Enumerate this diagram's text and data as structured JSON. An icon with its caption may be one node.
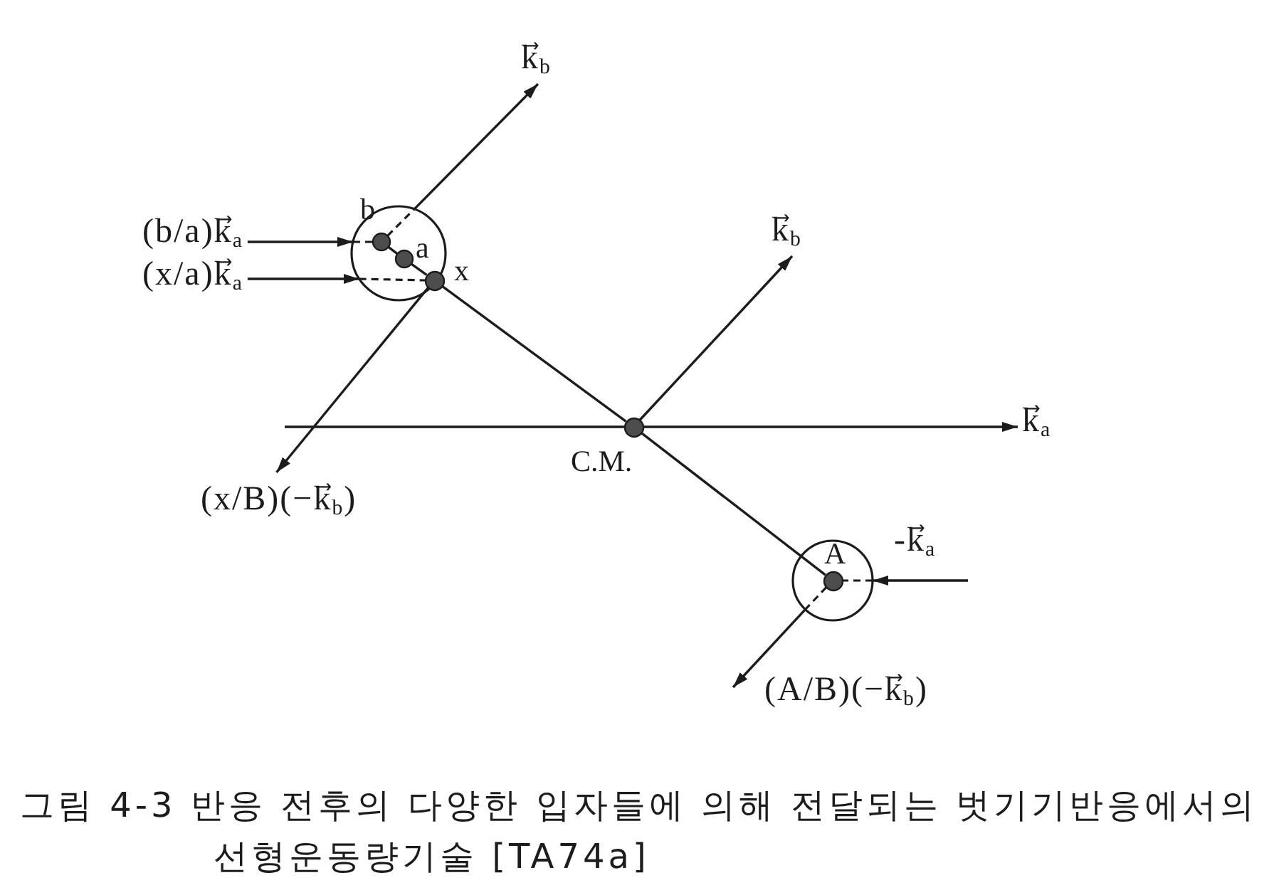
{
  "diagram": {
    "caption": "그림 4-3 반응 전후의 다양한 입자들에 의해 전달되는 벗기기반응에서의 선형운동량기술 [TA74a]",
    "nodes": [
      {
        "text": [
          "k⃗$_{b}$"
        ]
      },
      {
        "text": [
          "(b/a)k⃗$_{a}$"
        ]
      },
      {
        "text": [
          "(x/a)k⃗$_{a}$"
        ]
      },
      {
        "text": [],
        "shape": "circle"
      },
      {
        "text": [],
        "shape": "circle",
        "in": 3,
        "beside": [
          "b"
        ]
      },
      {
        "text": [],
        "shape": "circle",
        "in": 3,
        "beside": [
          "a"
        ]
      },
      {
        "text": [],
        "shape": "circle",
        "in": 3,
        "beside": [
          "x"
        ]
      },
      {
        "text": [
          "k⃗$_{b}$"
        ]
      },
      {
        "text": [
          "k⃗$_{a}$"
        ]
      },
      {
        "text": [
          "(x/B)(−k⃗$_{b}$)"
        ]
      },
      {
        "text": [],
        "shape": "circle",
        "beside": [
          "C.M."
        ]
      },
      {
        "text": [],
        "shape": "circle"
      },
      {
        "text": [],
        "shape": "circle",
        "in": 11,
        "beside": [
          "A"
        ]
      }
    ],
    "edges": [
      {
        "from": 1,
        "to": 3,
        "arrow": "to"
      },
      {
        "from": 2,
        "to": 3,
        "arrow": "to"
      },
      {
        "from": 3,
        "to": 4,
        "arrow": "none",
        "style": "dashed"
      },
      {
        "from": 3,
        "to": 6,
        "arrow": "none",
        "style": "dashed"
      },
      {
        "from": 4,
        "to": 3,
        "arrow": "none",
        "style": "dashed"
      },
      {
        "from": 3,
        "to": 0,
        "arrow": "to"
      },
      {
        "from": 4,
        "to": 5,
        "arrow": "none"
      },
      {
        "from": 5,
        "to": 6,
        "arrow": "none"
      },
      {
        "from": 6,
        "to": 10,
        "arrow": "none"
      },
      {
        "from": 6,
        "to": 9,
        "arrow": "to"
      },
      {
        "from": 10,
        "to": 7,
        "arrow": "to"
      },
      {
        "from": null,
        "to": 10,
        "arrow": "none"
      },
      {
        "from": 10,
        "to": 8,
        "arrow": "to"
      },
      {
        "from": 10,
        "to": 12,
        "arrow": "none"
      },
      {
        "from": null,
        "to": 11,
        "arrow": "to",
        "label": "-k⃗$_{a}$"
      },
      {
        "from": 11,
        "to": 12,
        "arrow": "none",
        "style": "dashed"
      },
      {
        "from": 12,
        "to": 11,
        "arrow": "none",
        "style": "dashed"
      },
      {
        "from": 11,
        "to": null,
        "arrow": "to",
        "label": "(A/B)(−k⃗$_{b}$)"
      }
    ]
  }
}
